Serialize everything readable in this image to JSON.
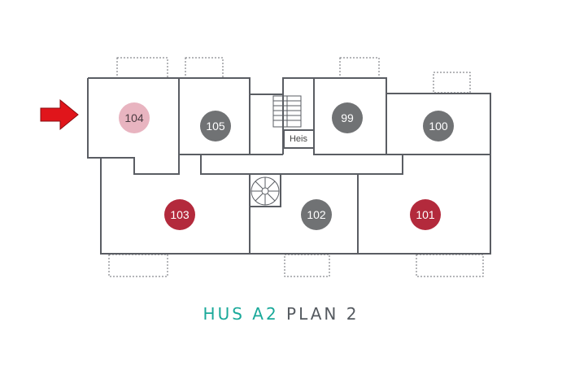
{
  "title": {
    "building": "HUS A2",
    "floor": "PLAN 2"
  },
  "elevator_label": "Heis",
  "colors": {
    "sold": "#b32a3c",
    "available": "#707274",
    "selected": "#e8b4c0",
    "arrow": "#e0151b",
    "title_accent": "#1aa99a",
    "title_text": "#555a60"
  },
  "units": [
    {
      "id": "104",
      "status": "selected"
    },
    {
      "id": "105",
      "status": "available"
    },
    {
      "id": "99",
      "status": "available"
    },
    {
      "id": "100",
      "status": "available"
    },
    {
      "id": "103",
      "status": "sold"
    },
    {
      "id": "102",
      "status": "available"
    },
    {
      "id": "101",
      "status": "sold"
    }
  ],
  "indicator": {
    "icon": "arrow-right-icon",
    "points_to": "104"
  }
}
